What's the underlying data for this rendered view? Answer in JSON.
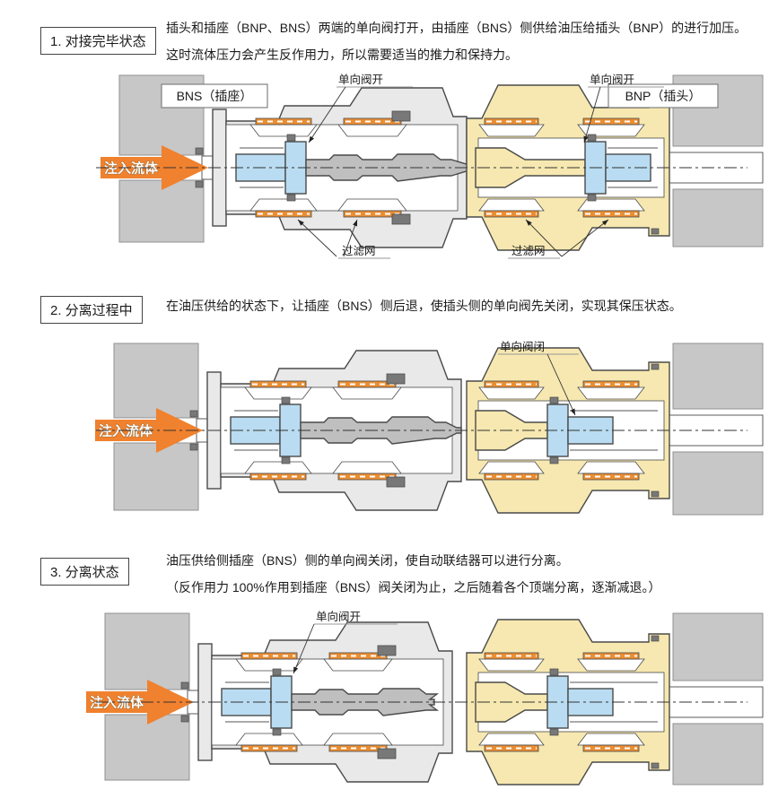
{
  "sections": [
    {
      "box_label": "1. 对接完毕状态",
      "description_lines": [
        "插头和插座（BNP、BNS）两端的单向阀打开，由插座（BNS）侧供给油压给插头（BNP）的进行加压。",
        "这时流体压力会产生反作用力，所以需要适当的推力和保持力。"
      ],
      "diagram": {
        "state": "connected",
        "flow_arrow_label": "注入流体",
        "boxed_labels": [
          {
            "text": "BNS（插座）"
          },
          {
            "text": "BNP（插头）"
          }
        ],
        "callouts": [
          {
            "text": "单向阀开"
          },
          {
            "text": "单向阀开"
          },
          {
            "text": "过滤网"
          },
          {
            "text": "过滤网"
          }
        ]
      }
    },
    {
      "box_label": "2. 分离过程中",
      "description_lines": [
        "在油压供给的状态下，让插座（BNS）侧后退，使插头侧的单向阀先关闭，实现其保压状态。"
      ],
      "diagram": {
        "state": "separating",
        "flow_arrow_label": "注入流体",
        "boxed_labels": [],
        "callouts": [
          {
            "text": "单向阀闭"
          }
        ]
      }
    },
    {
      "box_label": "3. 分离状态",
      "description_lines": [
        "油压供给侧插座（BNS）侧的单向阀关闭，使自动联结器可以进行分离。",
        "（反作用力 100%作用到插座（BNS）阀关闭为止，之后随着各个顶端分离，逐渐减退。）"
      ],
      "diagram": {
        "state": "separated",
        "flow_arrow_label": "注入流体",
        "boxed_labels": [],
        "callouts": [
          {
            "text": "单向阀开"
          }
        ]
      }
    }
  ],
  "colors": {
    "flow_arrow_orange": "#f0812e",
    "filter_orange": "#e98e33",
    "socket_body_gray": "#e9e9e9",
    "plug_body_yellow": "#f6e8b0",
    "valve_blue": "#b9dcf2",
    "spool_gray": "#bfbfbf",
    "mount_block_gray": "#c7c7c7",
    "outline": "#4a4a4a",
    "seal_dark": "#787878",
    "text": "#1a1a1a"
  }
}
